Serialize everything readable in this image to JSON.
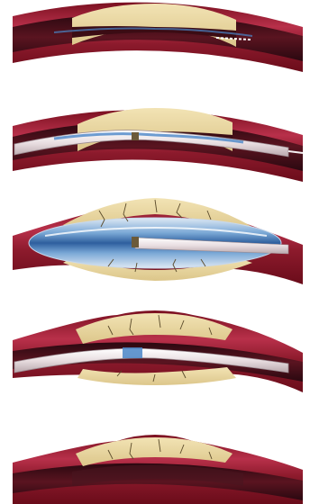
{
  "figure": {
    "stages": [
      {
        "id": "stage-1-stenosed-artery"
      },
      {
        "id": "stage-2-guidewire-and-balloon-catheter"
      },
      {
        "id": "stage-3-balloon-inflated"
      },
      {
        "id": "stage-4-balloon-deflated"
      },
      {
        "id": "stage-5-widened-lumen"
      }
    ]
  },
  "palette": {
    "background": "#ffffff",
    "vessel_outer": "#7a1020",
    "vessel_wall": "#a8223a",
    "vessel_wall_light": "#c9566a",
    "lumen_dark": "#3b0c14",
    "plaque": "#ecd9a2",
    "plaque_crack": "#5a4a2a",
    "balloon_blue": "#4a86c8",
    "catheter_white": "#f5f0f2",
    "marker_band": "#6b5a3a"
  }
}
